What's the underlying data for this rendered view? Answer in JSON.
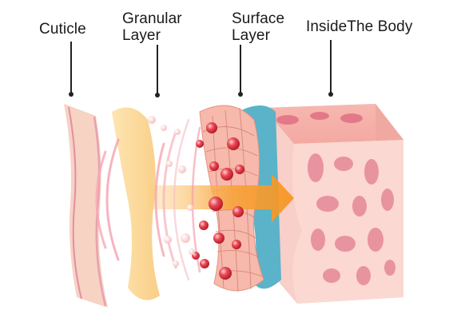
{
  "labels": {
    "cuticle": "Cuticle",
    "granular": "Granular\nLayer",
    "surface": "Surface\nLayer",
    "inside": "InsideThe Body"
  },
  "colors": {
    "cuticle": "#f6d3c3",
    "cuticle_edge": "#e48ea2",
    "granular": "#fbd58d",
    "surface": "#f3b3a6",
    "blue_layer": "#5ab3c9",
    "tissue": "#f7c9c3",
    "tissue_spot": "#e47f8e",
    "arrow": "#f7941d",
    "particle": "#e4333f"
  }
}
